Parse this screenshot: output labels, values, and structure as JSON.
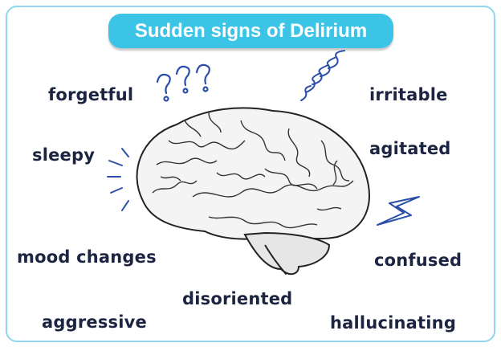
{
  "title": "Sudden signs of Delirium",
  "signs": {
    "forgetful": "forgetful",
    "sleepy": "sleepy",
    "mood_changes": "mood changes",
    "aggressive": "aggressive",
    "disoriented": "disoriented",
    "hallucinating": "hallucinating",
    "confused": "confused",
    "agitated": "agitated",
    "irritable": "irritable"
  },
  "colors": {
    "accent": "#3cc4e7",
    "text": "#1b2440",
    "doodle": "#2b4fa8"
  }
}
